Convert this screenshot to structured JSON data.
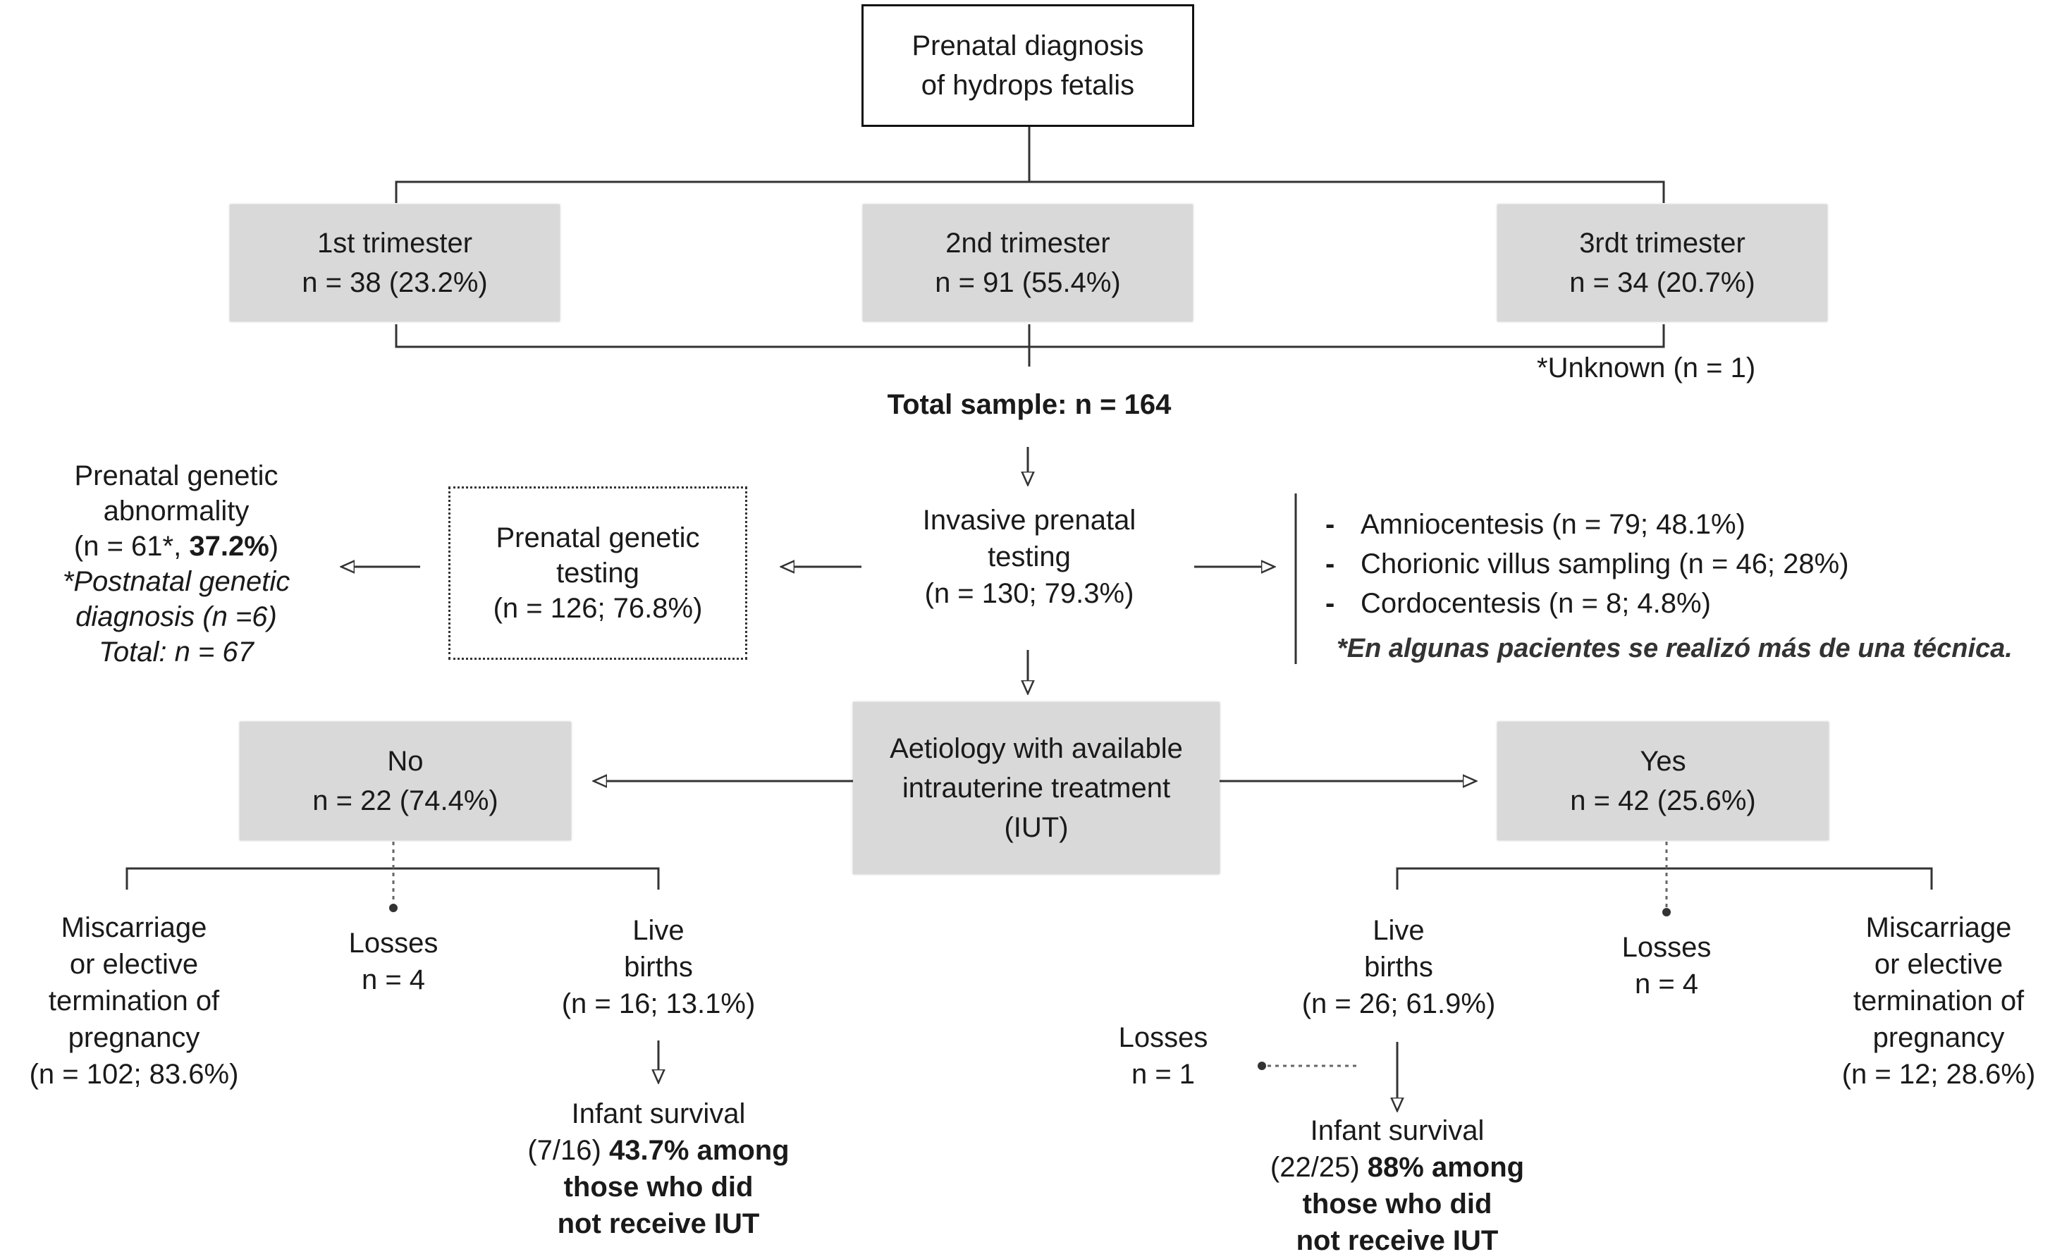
{
  "root": {
    "line1": "Prenatal diagnosis",
    "line2": "of hydrops fetalis"
  },
  "trimesters": [
    {
      "label": "1st trimester",
      "n": "n = 38 (23.2%)"
    },
    {
      "label": "2nd trimester",
      "n": "n = 91 (55.4%)"
    },
    {
      "label": "3rdt trimester",
      "n": "n = 34 (20.7%)"
    }
  ],
  "unknown_note": "*Unknown (n = 1)",
  "total_sample": "Total sample: n = 164",
  "invasive": {
    "line1": "Invasive prenatal",
    "line2": "testing",
    "line3": "(n =  130; 79.3%)"
  },
  "genetic_testing": {
    "line1": "Prenatal genetic",
    "line2": "testing",
    "line3": "(n =  126; 76.8%)"
  },
  "genetic_abnormality": {
    "line1": "Prenatal genetic",
    "line2": "abnormality",
    "line3_pre": "(n = 61*, ",
    "line3_bold": "37.2%",
    "line3_post": ")",
    "line4": "*Postnatal genetic",
    "line5": "diagnosis (n =6)",
    "line6": "Total: n = 67"
  },
  "techniques": {
    "items": [
      {
        "dash": "-",
        "text": "Amniocentesis (n = 79; 48.1%)"
      },
      {
        "dash": "-",
        "text": "Chorionic villus sampling (n = 46; 28%)"
      },
      {
        "dash": "-",
        "text": "Cordocentesis (n = 8; 4.8%)"
      }
    ],
    "note": "*En algunas pacientes se realizó más de una técnica."
  },
  "aetiology": {
    "line1": "Aetiology with available",
    "line2": "intrauterine treatment",
    "line3": "(IUT)"
  },
  "no_branch": {
    "label": "No",
    "n": "n =  22 (74.4%)",
    "miscarriage": {
      "line1": "Miscarriage",
      "line2": "or elective",
      "line3": "termination of",
      "line4": "pregnancy",
      "line5": "(n = 102; 83.6%)"
    },
    "losses": {
      "line1": "Losses",
      "line2": "n = 4"
    },
    "live_births": {
      "line1": "Live",
      "line2": "births",
      "line3": "(n =  16; 13.1%)"
    },
    "survival": {
      "line1": "Infant survival",
      "line2_pre": "(7/16) ",
      "line2_bold": "43.7% among",
      "line3": "those who did",
      "line4": "not receive IUT"
    }
  },
  "yes_branch": {
    "label": "Yes",
    "n": "n = 42 (25.6%)",
    "live_births": {
      "line1": "Live",
      "line2": "births",
      "line3": "(n =  26; 61.9%)"
    },
    "losses": {
      "line1": "Losses",
      "line2": "n = 4"
    },
    "miscarriage": {
      "line1": "Miscarriage",
      "line2": "or elective",
      "line3": "termination of",
      "line4": "pregnancy",
      "line5": "(n = 12; 28.6%)"
    },
    "extra_losses": {
      "line1": "Losses",
      "line2": "n = 1"
    },
    "survival": {
      "line1": "Infant survival",
      "line2_pre": "(22/25) ",
      "line2_bold": "88% among",
      "line3": "those who did",
      "line4": "not receive IUT"
    }
  }
}
